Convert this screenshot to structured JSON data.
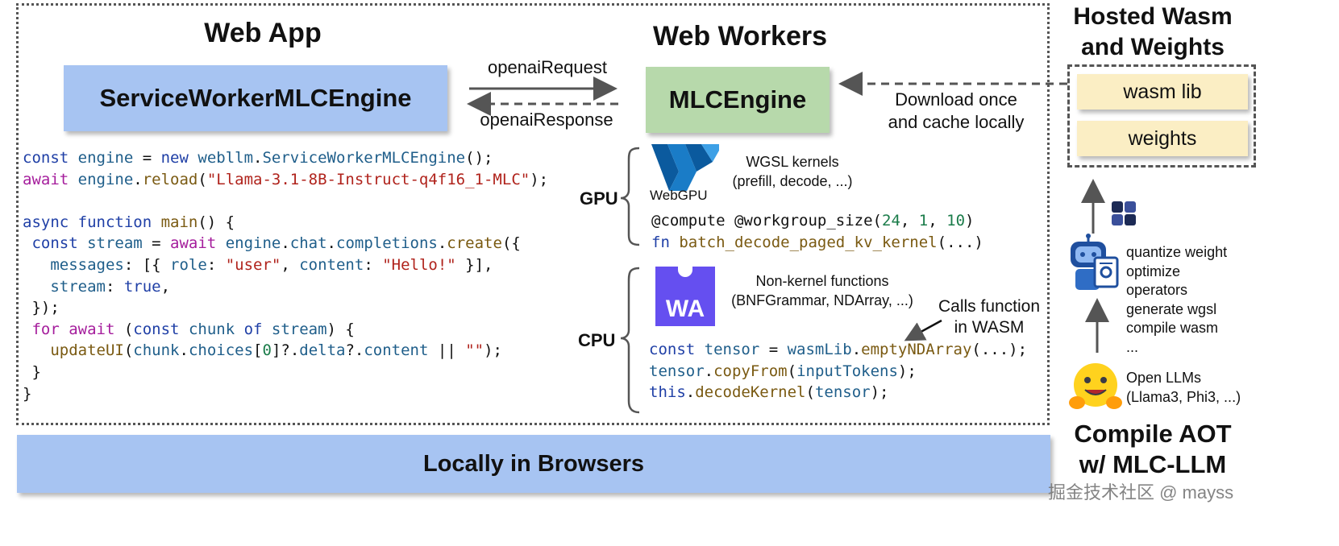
{
  "headings": {
    "web_app": "Web App",
    "web_workers": "Web Workers",
    "hosted": [
      "Hosted Wasm",
      "and Weights"
    ],
    "compile": [
      "Compile AOT",
      "w/ MLC-LLM"
    ]
  },
  "boxes": {
    "service_worker_engine": "ServiceWorkerMLCEngine",
    "mlc_engine": "MLCEngine",
    "wasm_lib": "wasm lib",
    "weights": "weights",
    "locally_in_browsers": "Locally in Browsers"
  },
  "arrows": {
    "request": "openaiRequest",
    "response": "openaiResponse",
    "download": [
      "Download once",
      "and cache locally"
    ]
  },
  "code_main": [
    [
      [
        "const ",
        "kw-b"
      ],
      [
        "engine",
        "var"
      ],
      [
        " = ",
        "plain"
      ],
      [
        "new ",
        "kw-b"
      ],
      [
        "webllm",
        "var"
      ],
      [
        ".",
        "plain"
      ],
      [
        "ServiceWorkerMLCEngine",
        "var"
      ],
      [
        "();",
        "plain"
      ]
    ],
    [
      [
        "await ",
        "kw-p"
      ],
      [
        "engine",
        "var"
      ],
      [
        ".",
        "plain"
      ],
      [
        "reload",
        "fn"
      ],
      [
        "(",
        "plain"
      ],
      [
        "\"Llama-3.1-8B-Instruct-q4f16_1-MLC\"",
        "str"
      ],
      [
        ");",
        "plain"
      ]
    ],
    [],
    [
      [
        "async ",
        "kw-b"
      ],
      [
        "function ",
        "kw-b"
      ],
      [
        "main",
        "fn"
      ],
      [
        "() {",
        "plain"
      ]
    ],
    [
      [
        " const ",
        "kw-b"
      ],
      [
        "stream",
        "var"
      ],
      [
        " = ",
        "plain"
      ],
      [
        "await ",
        "kw-p"
      ],
      [
        "engine",
        "var"
      ],
      [
        ".",
        "plain"
      ],
      [
        "chat",
        "var"
      ],
      [
        ".",
        "plain"
      ],
      [
        "completions",
        "var"
      ],
      [
        ".",
        "plain"
      ],
      [
        "create",
        "fn"
      ],
      [
        "({",
        "plain"
      ]
    ],
    [
      [
        "   messages",
        "var"
      ],
      [
        ": [{ ",
        "plain"
      ],
      [
        "role",
        "var"
      ],
      [
        ": ",
        "plain"
      ],
      [
        "\"user\"",
        "str"
      ],
      [
        ", ",
        "plain"
      ],
      [
        "content",
        "var"
      ],
      [
        ": ",
        "plain"
      ],
      [
        "\"Hello!\"",
        "str"
      ],
      [
        " }],",
        "plain"
      ]
    ],
    [
      [
        "   stream",
        "var"
      ],
      [
        ": ",
        "plain"
      ],
      [
        "true",
        "kw-b"
      ],
      [
        ",",
        "plain"
      ]
    ],
    [
      [
        " });",
        "plain"
      ]
    ],
    [
      [
        " for ",
        "kw-p"
      ],
      [
        "await ",
        "kw-p"
      ],
      [
        "(",
        "plain"
      ],
      [
        "const ",
        "kw-b"
      ],
      [
        "chunk ",
        "var"
      ],
      [
        "of ",
        "kw-b"
      ],
      [
        "stream",
        "var"
      ],
      [
        ") {",
        "plain"
      ]
    ],
    [
      [
        "   updateUI",
        "fn"
      ],
      [
        "(",
        "plain"
      ],
      [
        "chunk",
        "var"
      ],
      [
        ".",
        "plain"
      ],
      [
        "choices",
        "var"
      ],
      [
        "[",
        "plain"
      ],
      [
        "0",
        "num"
      ],
      [
        "]?.",
        "plain"
      ],
      [
        "delta",
        "var"
      ],
      [
        "?.",
        "plain"
      ],
      [
        "content",
        "var"
      ],
      [
        " || ",
        "plain"
      ],
      [
        "\"\"",
        "str"
      ],
      [
        ");",
        "plain"
      ]
    ],
    [
      [
        " }",
        "plain"
      ]
    ],
    [
      [
        "}",
        "plain"
      ]
    ]
  ],
  "gpu": {
    "label": "GPU",
    "logo_text": "WebGPU",
    "kernel_note": [
      "WGSL kernels",
      "(prefill, decode, ...)"
    ],
    "code": [
      [
        [
          "@compute @workgroup_size",
          "plain"
        ],
        [
          "(",
          "plain"
        ],
        [
          "24",
          "num"
        ],
        [
          ", ",
          "plain"
        ],
        [
          "1",
          "num"
        ],
        [
          ", ",
          "plain"
        ],
        [
          "10",
          "num"
        ],
        [
          ")",
          "plain"
        ]
      ],
      [
        [
          "fn ",
          "kw-b"
        ],
        [
          "batch_decode_paged_kv_kernel",
          "fn"
        ],
        [
          "(...)",
          "plain"
        ]
      ]
    ]
  },
  "cpu": {
    "label": "CPU",
    "logo_text": "WA",
    "functions_note": [
      "Non-kernel functions",
      "(BNFGrammar, NDArray, ...)"
    ],
    "calls_note": [
      "Calls function",
      "in WASM"
    ],
    "code": [
      [
        [
          "const ",
          "kw-b"
        ],
        [
          "tensor",
          "var"
        ],
        [
          " = ",
          "plain"
        ],
        [
          "wasmLib",
          "var"
        ],
        [
          ".",
          "plain"
        ],
        [
          "emptyNDArray",
          "fn"
        ],
        [
          "(...);",
          "plain"
        ]
      ],
      [
        [
          "tensor",
          "var"
        ],
        [
          ".",
          "plain"
        ],
        [
          "copyFrom",
          "fn"
        ],
        [
          "(",
          "plain"
        ],
        [
          "inputTokens",
          "var"
        ],
        [
          ");",
          "plain"
        ]
      ],
      [
        [
          "this",
          "kw-b"
        ],
        [
          ".",
          "plain"
        ],
        [
          "decodeKernel",
          "fn"
        ],
        [
          "(",
          "plain"
        ],
        [
          "tensor",
          "var"
        ],
        [
          ");",
          "plain"
        ]
      ]
    ]
  },
  "compile_steps": [
    "quantize weight",
    "optimize",
    "operators",
    "generate wgsl",
    "compile wasm",
    "..."
  ],
  "open_llms": [
    "Open LLMs",
    "(Llama3, Phi3, ...)"
  ],
  "watermark": "掘金技术社区 @ mayss",
  "icons": [
    "mlc-logo-icon",
    "robot-icon",
    "hugging-face-icon",
    "webgpu-logo-icon",
    "webassembly-logo-icon"
  ]
}
